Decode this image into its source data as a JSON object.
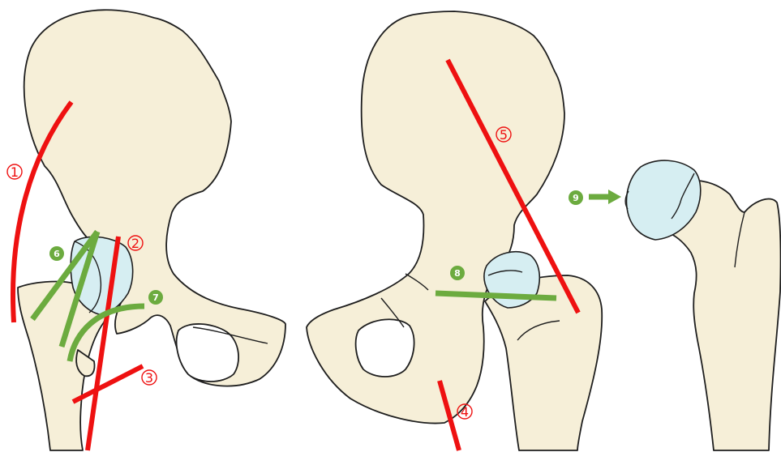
{
  "colors": {
    "bone": "#f6efd8",
    "cartilage": "#d6eef2",
    "outline": "#1e1e1e",
    "red_marker": "#ee1111",
    "green_marker": "#6cab3f"
  },
  "markers": {
    "m1": "1",
    "m2": "2",
    "m3": "3",
    "m4": "4",
    "m5": "5",
    "m6": "6",
    "m7": "7",
    "m8": "8",
    "m9": "9"
  }
}
